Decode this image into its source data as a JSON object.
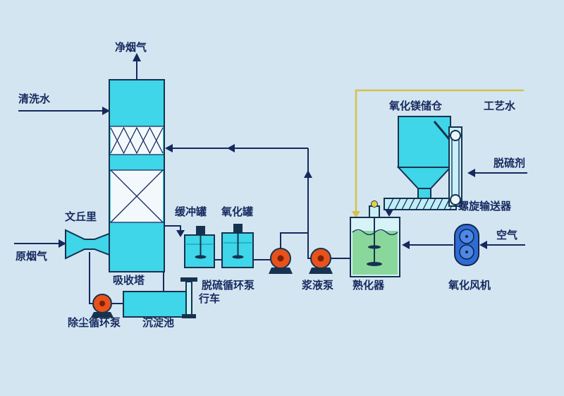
{
  "diagram": {
    "labels": {
      "clean_flue_gas": "净烟气",
      "washing_water": "清洗水",
      "venturi": "文丘里",
      "raw_flue_gas": "原烟气",
      "absorption_tower": "吸收塔",
      "buffer_tank": "缓冲罐",
      "oxidation_tank": "氧化罐",
      "desulfurization_circulation_pump": "脱硫循环泵",
      "slurry_pump": "浆液泵",
      "slaker": "熟化器",
      "mgo_silo": "氧化镁储仓",
      "process_water": "工艺水",
      "desulfurizer": "脱硫剂",
      "screw_conveyor": "螺旋输送器",
      "air": "空气",
      "oxidation_blower": "氧化风机",
      "crane": "行车",
      "dust_circulation_pump": "除尘循环泵",
      "sedimentation_tank": "沉淀池"
    },
    "colors": {
      "background": "#d3e5f1",
      "equipment_cyan": "#3ed6e8",
      "tank_wall_light": "#d6f3f8",
      "liquid_green": "#8ad79c",
      "pump_red": "#e8521a",
      "blower_blue": "#2e6cd4",
      "line_dark": "#16295e",
      "process_water_yellow": "#d4c14e"
    }
  }
}
